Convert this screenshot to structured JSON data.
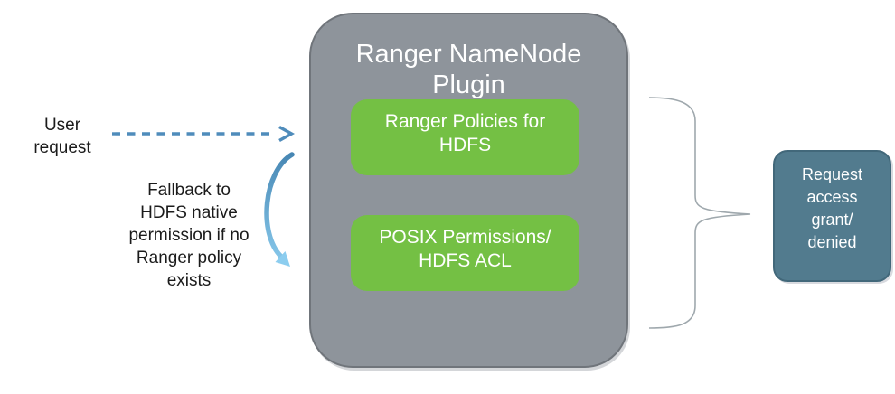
{
  "labels": {
    "user_request": "User\nrequest",
    "fallback_note": "Fallback to\nHDFS native\npermission if no\nRanger policy\nexists",
    "plugin_title": "Ranger NameNode\nPlugin",
    "policy_box": "Ranger Policies for\nHDFS",
    "posix_box": "POSIX Permissions/\nHDFS ACL",
    "result_box": "Request\naccess\ngrant/\ndenied"
  },
  "connectors": {
    "user_request_arrow": "dashed-right-arrow",
    "fallback_arrow": "curved-down-arrow",
    "output_brace": "right-curly-brace"
  },
  "colors": {
    "plugin_box_fill": "#8e949b",
    "plugin_box_border": "#70757b",
    "green_box_fill": "#74c044",
    "result_box_fill": "#527b8e",
    "result_box_border": "#42687a",
    "arrow_blue": "#4f8cbb",
    "fallback_arrow_top": "#4585b2",
    "fallback_arrow_bottom": "#8ccdef",
    "brace_gray": "#9fa8ad",
    "text_dark": "#1b1b1b",
    "text_light": "#ffffff"
  }
}
